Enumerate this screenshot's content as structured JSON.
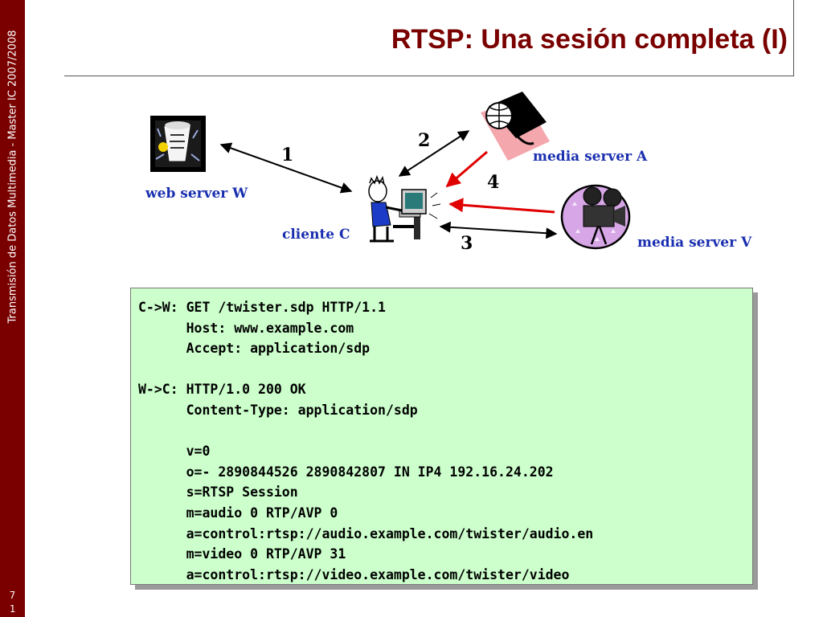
{
  "sidebar": {
    "text": "Transmisión de Datos Multimedia - Master IC 2007/2008",
    "page_number": "7\n1"
  },
  "slide": {
    "title": "RTSP: Una sesión completa (I)"
  },
  "diagram": {
    "nodes": {
      "web_server": "web server W",
      "client": "cliente C",
      "media_server_a": "media server A",
      "media_server_v": "media server V"
    },
    "steps": [
      "1",
      "2",
      "3",
      "4"
    ]
  },
  "code": {
    "text": "C->W: GET /twister.sdp HTTP/1.1\n      Host: www.example.com\n      Accept: application/sdp\n\nW->C: HTTP/1.0 200 OK\n      Content-Type: application/sdp\n\n      v=0\n      o=- 2890844526 2890842807 IN IP4 192.16.24.202\n      s=RTSP Session\n      m=audio 0 RTP/AVP 0\n      a=control:rtsp://audio.example.com/twister/audio.en\n      m=video 0 RTP/AVP 31\n      a=control:rtsp://video.example.com/twister/video"
  }
}
